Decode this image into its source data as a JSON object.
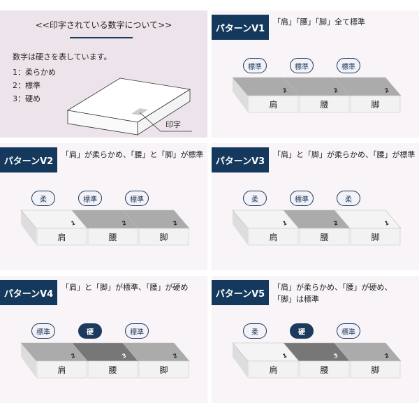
{
  "intro": {
    "title": "<<印字されている数字について>>",
    "lead": "数字は硬さを表しています。",
    "legend": [
      "1：柔らかめ",
      "2：標準",
      "3：硬め"
    ],
    "print_label": "印字"
  },
  "block_labels": [
    "肩",
    "腰",
    "脚"
  ],
  "colors": {
    "navy": "#1d3a5c",
    "soft": "#f4f4f4",
    "standard": "#ababab",
    "hard": "#777777"
  },
  "patterns": [
    {
      "title": "パターンV1",
      "desc": [
        "「肩」「腰」「脚」全て標準"
      ],
      "pills": [
        "標準",
        "標準",
        "標準"
      ],
      "levels": [
        2,
        2,
        2
      ]
    },
    {
      "title": "パターンV2",
      "desc": [
        "「肩」が柔らかめ、「腰」と「脚」が標準"
      ],
      "pills": [
        "柔",
        "標準",
        "標準"
      ],
      "levels": [
        1,
        2,
        2
      ]
    },
    {
      "title": "パターンV3",
      "desc": [
        "「肩」と「脚」が柔らかめ、「腰」が標準"
      ],
      "pills": [
        "柔",
        "標準",
        "柔"
      ],
      "levels": [
        1,
        2,
        1
      ]
    },
    {
      "title": "パターンV4",
      "desc": [
        "「肩」と「脚」が標準、「腰」が硬め"
      ],
      "pills": [
        "標準",
        "硬",
        "標準"
      ],
      "levels": [
        2,
        3,
        2
      ]
    },
    {
      "title": "パターンV5",
      "desc": [
        "「肩」が柔らかめ、「腰」が硬め、",
        "「脚」は標準"
      ],
      "pills": [
        "柔",
        "硬",
        "標準"
      ],
      "levels": [
        1,
        3,
        2
      ]
    }
  ]
}
